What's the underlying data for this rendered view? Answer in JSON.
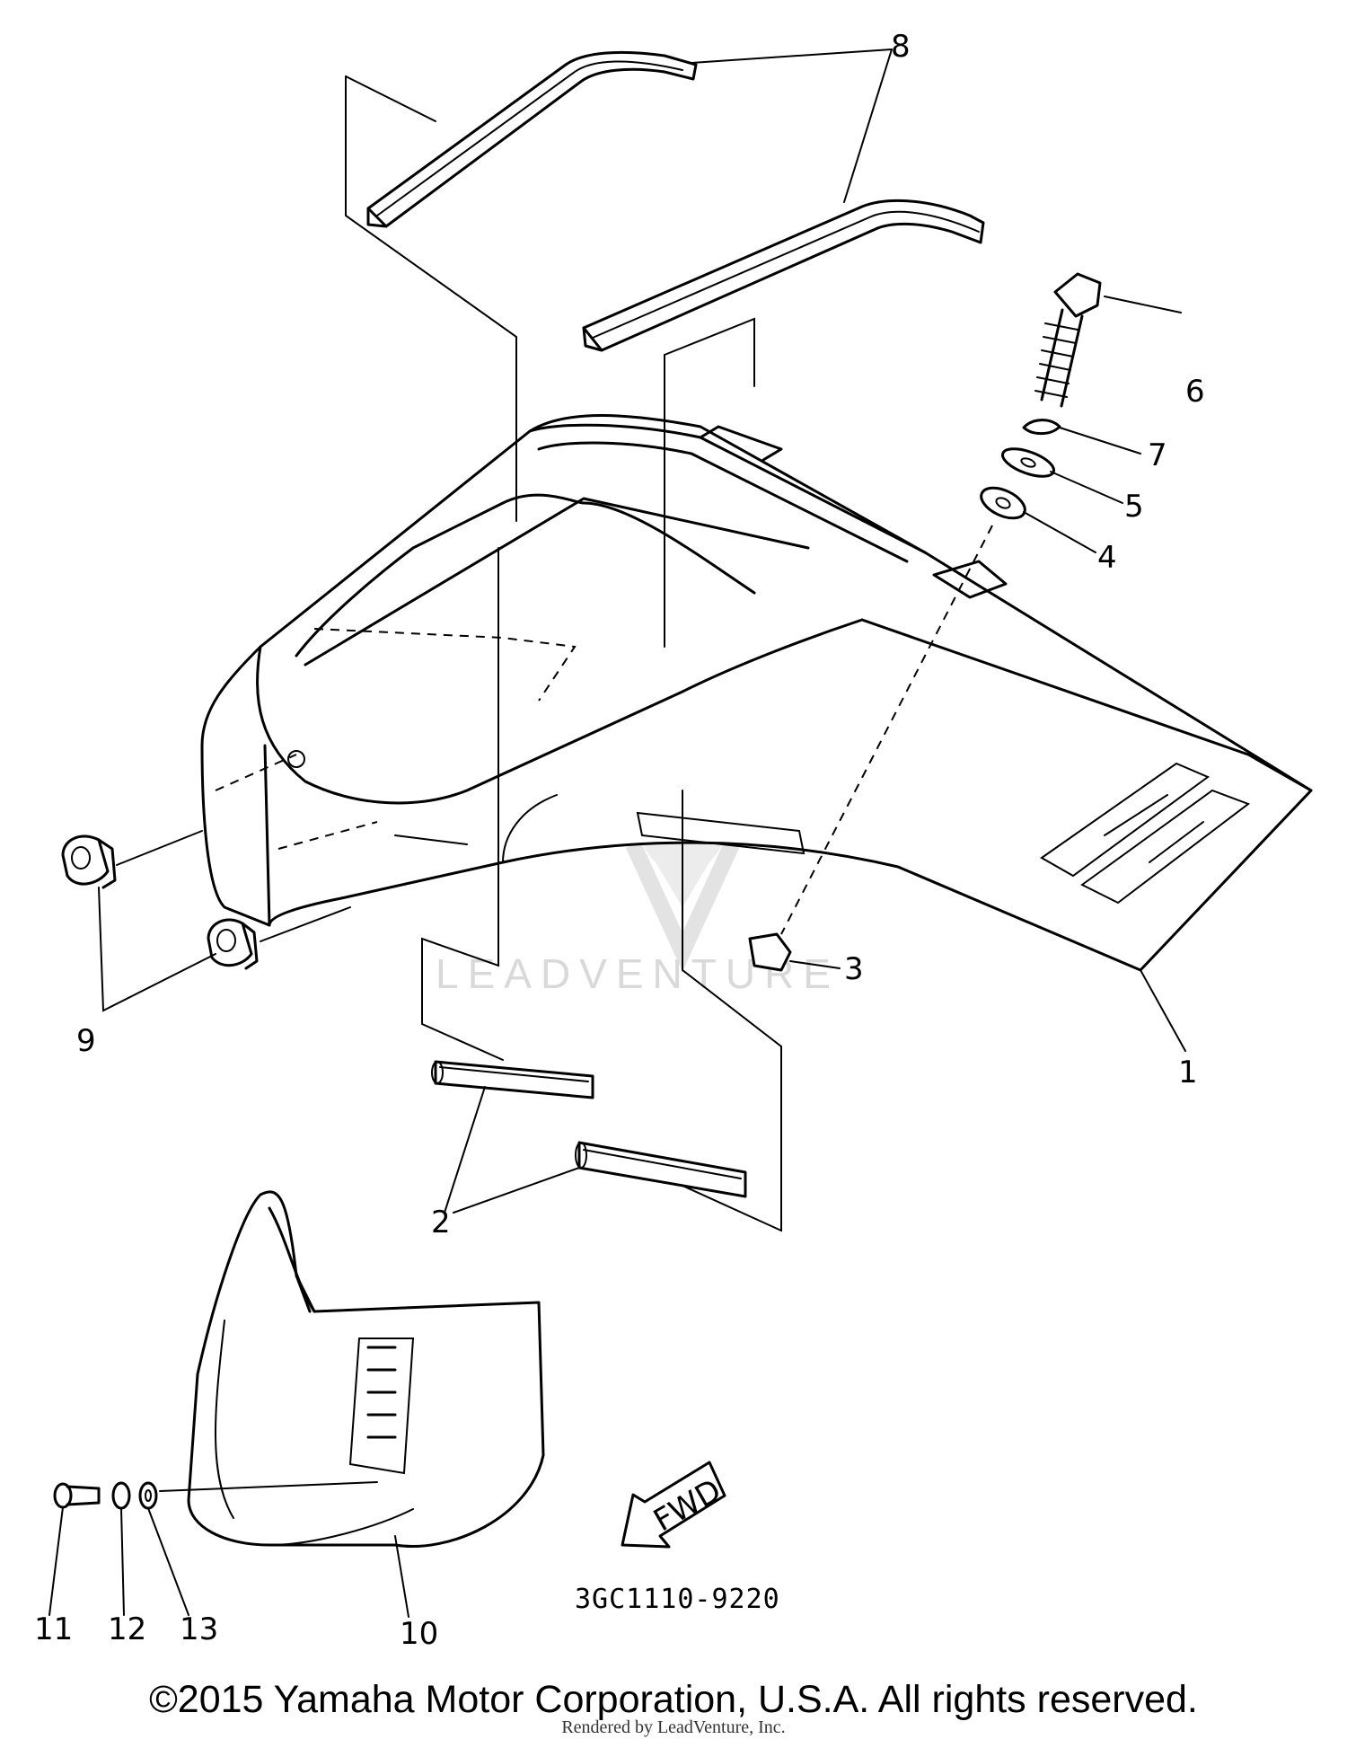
{
  "diagram": {
    "watermark": "LEADVENTURE",
    "fwd_label": "FWD",
    "drawing_code": "3GC1110-9220",
    "callouts": {
      "c1": "1",
      "c2": "2",
      "c3": "3",
      "c4": "4",
      "c5": "5",
      "c6": "6",
      "c7": "7",
      "c8": "8",
      "c9": "9",
      "c10": "10",
      "c11": "11",
      "c12": "12",
      "c13": "13"
    }
  },
  "footer": {
    "copyright": "©2015 Yamaha Motor Corporation, U.S.A. All rights reserved.",
    "rendered_by": "Rendered by LeadVenture, Inc."
  }
}
